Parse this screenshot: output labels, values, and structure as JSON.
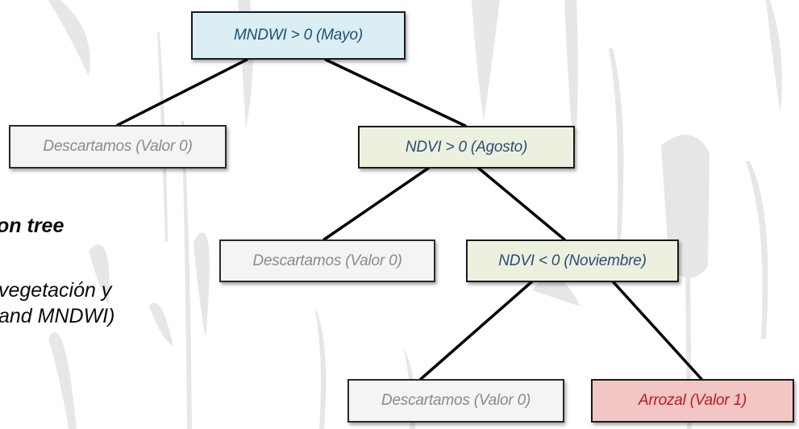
{
  "tree": {
    "root": {
      "label": "MNDWI > 0 (Mayo)",
      "color": "#daeef3"
    },
    "level1_left": {
      "label": "Descartamos (Valor 0)",
      "color": "#f4f4f4"
    },
    "level1_right": {
      "label": "NDVI > 0 (Agosto)",
      "color": "#ebf1de"
    },
    "level2_left": {
      "label": "Descartamos (Valor 0)",
      "color": "#f4f4f4"
    },
    "level2_right": {
      "label": "NDVI < 0 (Noviembre)",
      "color": "#ebf1de"
    },
    "level3_left": {
      "label": "Descartamos (Valor 0)",
      "color": "#f4f4f4"
    },
    "level3_right": {
      "label": "Arrozal (Valor 1)",
      "color": "#f2c6c4"
    }
  },
  "side_text": {
    "title": "on tree",
    "line1": "vegetación y",
    "line2": "and MNDWI)"
  }
}
